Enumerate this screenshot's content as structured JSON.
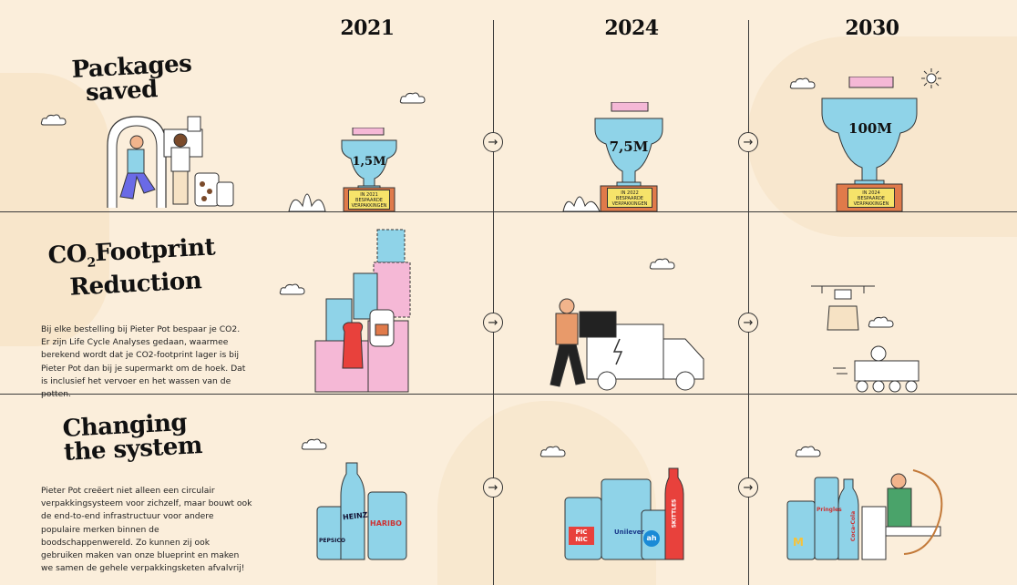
{
  "years": [
    "2021",
    "2024",
    "2030"
  ],
  "rows": [
    {
      "title_line1": "Packages",
      "title_line2": "saved"
    },
    {
      "title_co": "CO",
      "title_sub": "2",
      "title_line1_rest": "Footprint",
      "title_line2": "Reduction",
      "description": "Bij elke bestelling bij Pieter Pot bespaar je CO2. Er zijn Life Cycle Analyses gedaan, waarmee berekend wordt dat je CO2-footprint lager is bij Pieter Pot dan bij je supermarkt om de hoek. Dat is inclusief het vervoer en het wassen van de potten."
    },
    {
      "title_line1": "Changing",
      "title_line2": "the system",
      "description": "Pieter Pot creëert niet alleen een circulair verpakkingsysteem voor zichzelf, maar bouwt ook de end-to-end infrastructuur voor andere populaire merken binnen de boodschappenwereld. Zo kunnen zij ook gebruiken maken van onze blueprint en maken we samen de gehele verpakkingsketen afvalvrij!"
    }
  ],
  "trophies": [
    {
      "value": "1,5M",
      "plaque": [
        "IN 2021",
        "BESPAARDE",
        "VERPAKKINGEN"
      ]
    },
    {
      "value": "7,5M",
      "plaque": [
        "IN 2022",
        "BESPAARDE",
        "VERPAKKINGEN"
      ]
    },
    {
      "value": "100M",
      "plaque": [
        "IN 2024",
        "BESPAARDE",
        "VERPAKKINGEN"
      ]
    }
  ],
  "brands": {
    "r3c1": [
      "PEPSICO",
      "HEINZ",
      "HARIBO"
    ],
    "r3c2": [
      "PIC NIC",
      "Unilever",
      "ah",
      "SKITTLES"
    ],
    "r3c3": [
      "M",
      "Pringles",
      "Coca-Cola"
    ]
  },
  "colors": {
    "background": "#fbeedb",
    "blob": "#f6e2c4",
    "jar": "#8fd3e8",
    "pink": "#f5b8d6",
    "yellow": "#f6e36a",
    "red": "#e8413c",
    "line": "#3a3a3a"
  }
}
